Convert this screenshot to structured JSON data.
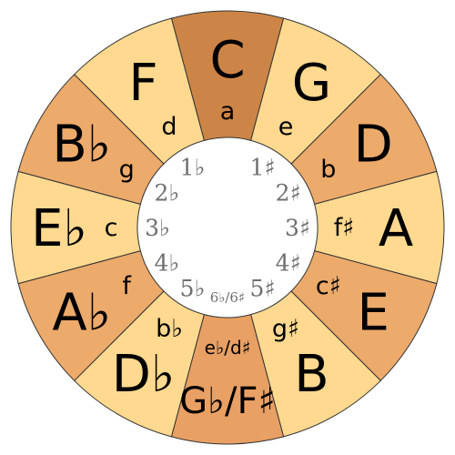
{
  "diagram": {
    "colors": {
      "C": "#cd8547",
      "light": "#fed98f",
      "medium": "#ecaa6b",
      "bottom": "#e9a064",
      "stroke": "#333333",
      "signature_text": "#6f6f6f"
    },
    "segments": [
      {
        "major": "C",
        "minor": "a",
        "signature": "",
        "fill": "C"
      },
      {
        "major": "G",
        "minor": "e",
        "signature": "1♯",
        "fill": "light"
      },
      {
        "major": "D",
        "minor": "b",
        "signature": "2♯",
        "fill": "medium"
      },
      {
        "major": "A",
        "minor": "f♯",
        "signature": "3♯",
        "fill": "light"
      },
      {
        "major": "E",
        "minor": "c♯",
        "signature": "4♯",
        "fill": "medium"
      },
      {
        "major": "B",
        "minor": "g♯",
        "signature": "5♯",
        "fill": "light"
      },
      {
        "major": "G♭/F♯",
        "minor": "e♭/d♯",
        "signature": "6♭/6♯",
        "fill": "bottom"
      },
      {
        "major": "D♭",
        "minor": "b♭",
        "signature": "5♭",
        "fill": "light"
      },
      {
        "major": "A♭",
        "minor": "f",
        "signature": "4♭",
        "fill": "medium"
      },
      {
        "major": "E♭",
        "minor": "c",
        "signature": "3♭",
        "fill": "light"
      },
      {
        "major": "B♭",
        "minor": "g",
        "signature": "2♭",
        "fill": "medium"
      },
      {
        "major": "F",
        "minor": "d",
        "signature": "1♭",
        "fill": "light"
      }
    ]
  }
}
